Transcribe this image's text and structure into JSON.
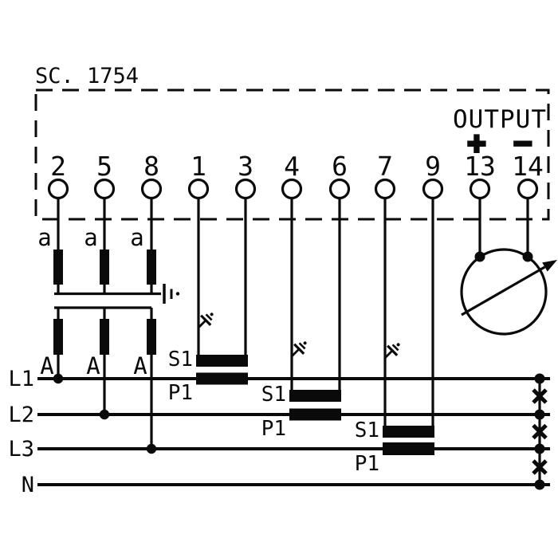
{
  "title": "SC. 1754",
  "colors": {
    "ink": "#0a0a0a",
    "paper": "#ffffff"
  },
  "device": {
    "output_label": "OUTPUT",
    "polarity_plus": "+",
    "polarity_minus": "−"
  },
  "terminals": [
    {
      "label": "2"
    },
    {
      "label": "5"
    },
    {
      "label": "8"
    },
    {
      "label": "1"
    },
    {
      "label": "3"
    },
    {
      "label": "4"
    },
    {
      "label": "6"
    },
    {
      "label": "7"
    },
    {
      "label": "9"
    },
    {
      "label": "13"
    },
    {
      "label": "14"
    }
  ],
  "voltage_transformer": {
    "primary_winding_labels": [
      "a",
      "a",
      "a"
    ],
    "secondary_winding_labels": [
      "A",
      "A",
      "A"
    ]
  },
  "current_transformers": [
    {
      "secondary_label": "S1",
      "primary_label": "P1"
    },
    {
      "secondary_label": "S1",
      "primary_label": "P1"
    },
    {
      "secondary_label": "S1",
      "primary_label": "P1"
    }
  ],
  "power_lines": [
    {
      "label": "L1"
    },
    {
      "label": "L2"
    },
    {
      "label": "L3"
    },
    {
      "label": "N"
    }
  ],
  "icons": {
    "meter": "adjustable-meter-icon",
    "ground": "earth-ground-icon",
    "fuse_cross": "x-link-icon"
  }
}
